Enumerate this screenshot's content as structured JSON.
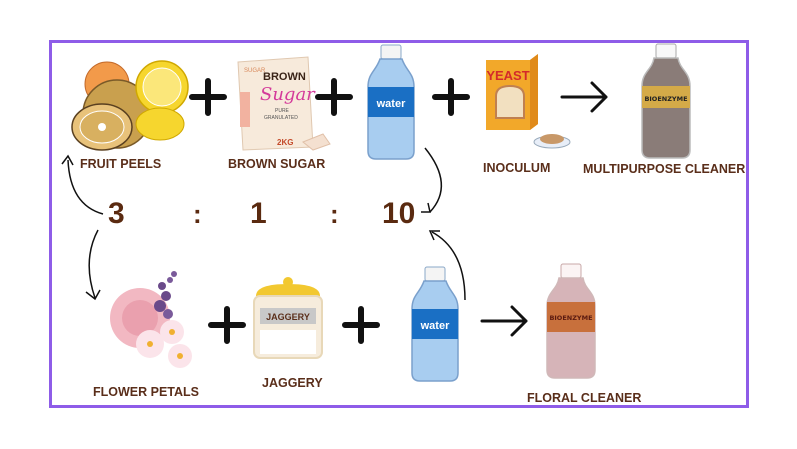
{
  "top_row": {
    "ingredients": [
      {
        "label": "FRUIT PEELS",
        "icon": "fruit-peels-icon"
      },
      {
        "label": "BROWN SUGAR",
        "icon": "brown-sugar-bag-icon",
        "bag_text": {
          "brand": "BROWN",
          "name": "Sugar",
          "sub1": "PURE",
          "sub2": "GRANULATED",
          "side": "SUGAR",
          "weight": "2KG"
        }
      },
      {
        "label": "",
        "icon": "water-bottle-icon",
        "bottle_text": "water"
      },
      {
        "label": "INOCULUM",
        "icon": "yeast-box-icon",
        "box_text": "YEAST"
      }
    ],
    "operator": "+",
    "result": {
      "label": "MULTIPURPOSE CLEANER",
      "bottle_label": "BIOENZYME"
    }
  },
  "ratio": {
    "values": [
      "3",
      "1",
      "10"
    ],
    "separator": ":"
  },
  "bottom_row": {
    "ingredients": [
      {
        "label": "FLOWER PETALS",
        "icon": "flower-petals-icon"
      },
      {
        "label": "JAGGERY",
        "icon": "jaggery-jar-icon",
        "jar_text": "JAGGERY"
      },
      {
        "label": "",
        "icon": "water-bottle-icon",
        "bottle_text": "water"
      }
    ],
    "operator": "+",
    "result": {
      "label": "FLORAL CLEANER",
      "bottle_label": "BIOENZYME"
    }
  },
  "colors": {
    "border": "#8e5ce8",
    "label_text": "#5a2e1a",
    "ratio_text": "#5a2a10",
    "water_label": "#1a6fc4",
    "multipurpose_band": "#d4aa48",
    "floral_band": "#c8703c"
  }
}
